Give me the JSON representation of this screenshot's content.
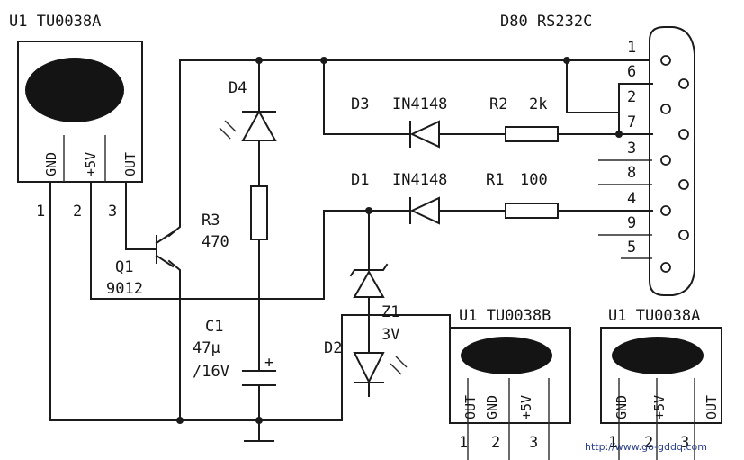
{
  "modules": {
    "main": {
      "title": "U1  TU0038A",
      "pins": [
        "GND",
        "+5V",
        "OUT"
      ],
      "numbers": [
        "1",
        "2",
        "3"
      ]
    },
    "b": {
      "title": "U1  TU0038B",
      "pins": [
        "OUT",
        "GND",
        "+5V"
      ],
      "numbers": [
        "1",
        "2",
        "3"
      ]
    },
    "a": {
      "title": "U1  TU0038A",
      "pins": [
        "GND",
        "+5V",
        "OUT"
      ],
      "numbers": [
        "1",
        "2",
        "3"
      ]
    }
  },
  "connector": {
    "title": "D80  RS232C",
    "pins": [
      "1",
      "6",
      "2",
      "7",
      "3",
      "8",
      "4",
      "9",
      "5"
    ]
  },
  "components": {
    "d4": "D4",
    "r3": {
      "ref": "R3",
      "value": "470"
    },
    "q1": {
      "ref": "Q1",
      "value": "9012"
    },
    "c1": {
      "ref": "C1",
      "value": "47μ",
      "rating": "/16V"
    },
    "d3": {
      "ref": "D3",
      "part": "IN4148"
    },
    "r2": {
      "ref": "R2",
      "value": "2k"
    },
    "d1": {
      "ref": "D1",
      "part": "IN4148"
    },
    "r1": {
      "ref": "R1",
      "value": "100"
    },
    "z1": {
      "ref": "Z1",
      "value": "3V"
    },
    "d2": "D2",
    "cap_polarity": "+"
  },
  "watermark": "http://www.go-gddq.com"
}
